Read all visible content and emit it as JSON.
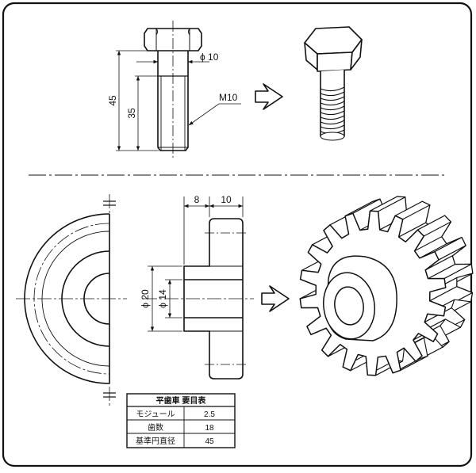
{
  "bolt": {
    "dim_overall": "45",
    "dim_thread": "35",
    "dim_diameter": "ϕ 10",
    "thread_label": "M10"
  },
  "gear": {
    "dim_hub": "8",
    "dim_face": "10",
    "dim_d20": "ϕ 20",
    "dim_d14": "ϕ 14"
  },
  "table": {
    "title": "平歯車 要目表",
    "rows": [
      {
        "label": "モジュール",
        "value": "2.5"
      },
      {
        "label": "歯数",
        "value": "18"
      },
      {
        "label": "基準円直径",
        "value": "45"
      }
    ]
  },
  "colors": {
    "line": "#111111",
    "background": "#ffffff"
  }
}
